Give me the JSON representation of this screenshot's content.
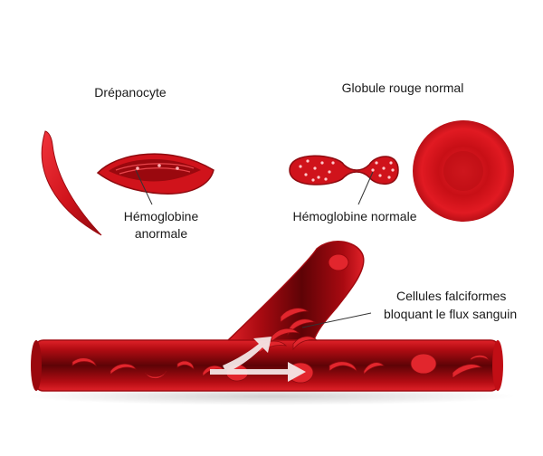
{
  "labels": {
    "sickle_cell_title": "Drépanocyte",
    "normal_cell_title": "Globule rouge normal",
    "abnormal_hemoglobin_line1": "Hémoglobine",
    "abnormal_hemoglobin_line2": "anormale",
    "normal_hemoglobin": "Hémoglobine normale",
    "blocking_line1": "Cellules falciformes",
    "blocking_line2": "bloquant le flux sanguin"
  },
  "colors": {
    "cell_red": "#d0131b",
    "cell_dark": "#8e0a0f",
    "cell_light": "#f05a5f",
    "vessel_wall": "#b00d14",
    "vessel_inner": "#6e0508",
    "pointer_line": "#333333",
    "arrow": "#f4e6e6"
  }
}
